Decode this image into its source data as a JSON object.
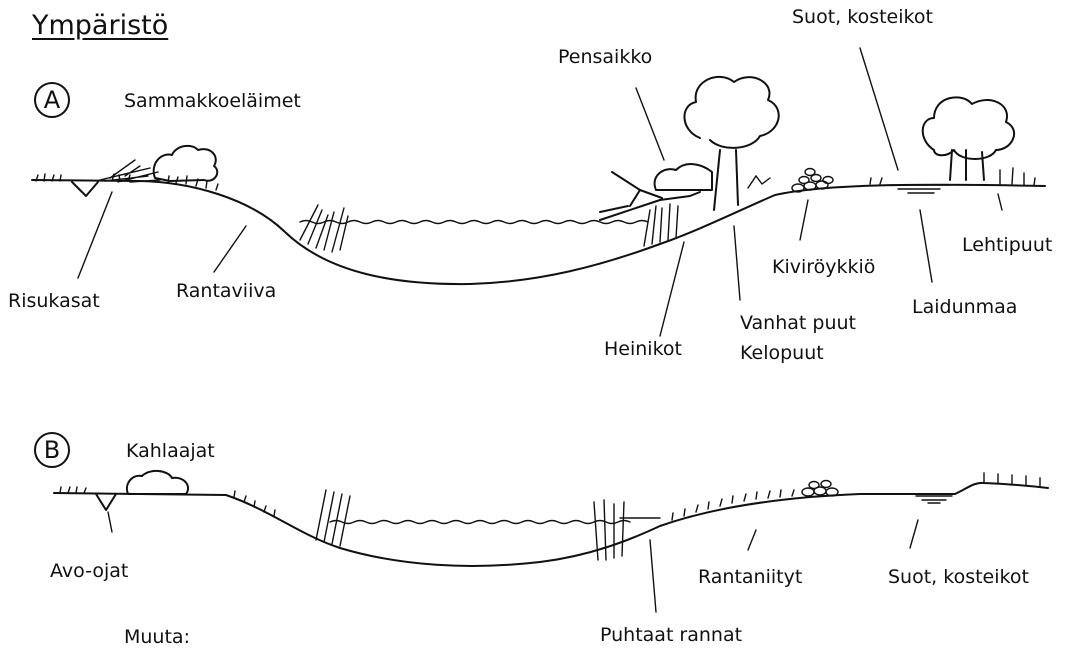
{
  "title": "Ympäristö",
  "scenes": [
    {
      "marker": "A",
      "heading": "Sammakkoeläimet",
      "labels": {
        "risukasat": "Risukasat",
        "rantaviiva": "Rantaviiva",
        "pensaikko": "Pensaikko",
        "heinikot": "Heinikot",
        "vanhat_puut": "Vanhat puut",
        "kelopuut": "Kelopuut",
        "kivirykkio": "Kiviröykkiö",
        "suot": "Suot, kosteikot",
        "laidunmaa": "Laidunmaa",
        "lehtipuut": "Lehtipuut"
      }
    },
    {
      "marker": "B",
      "heading": "Kahlaajat",
      "labels": {
        "avo_ojat": "Avo-ojat",
        "puhtaat_rannat": "Puhtaat rannat",
        "rantaniityt": "Rantaniityt",
        "suot": "Suot, kosteikot"
      }
    }
  ],
  "footer": "Muuta:"
}
